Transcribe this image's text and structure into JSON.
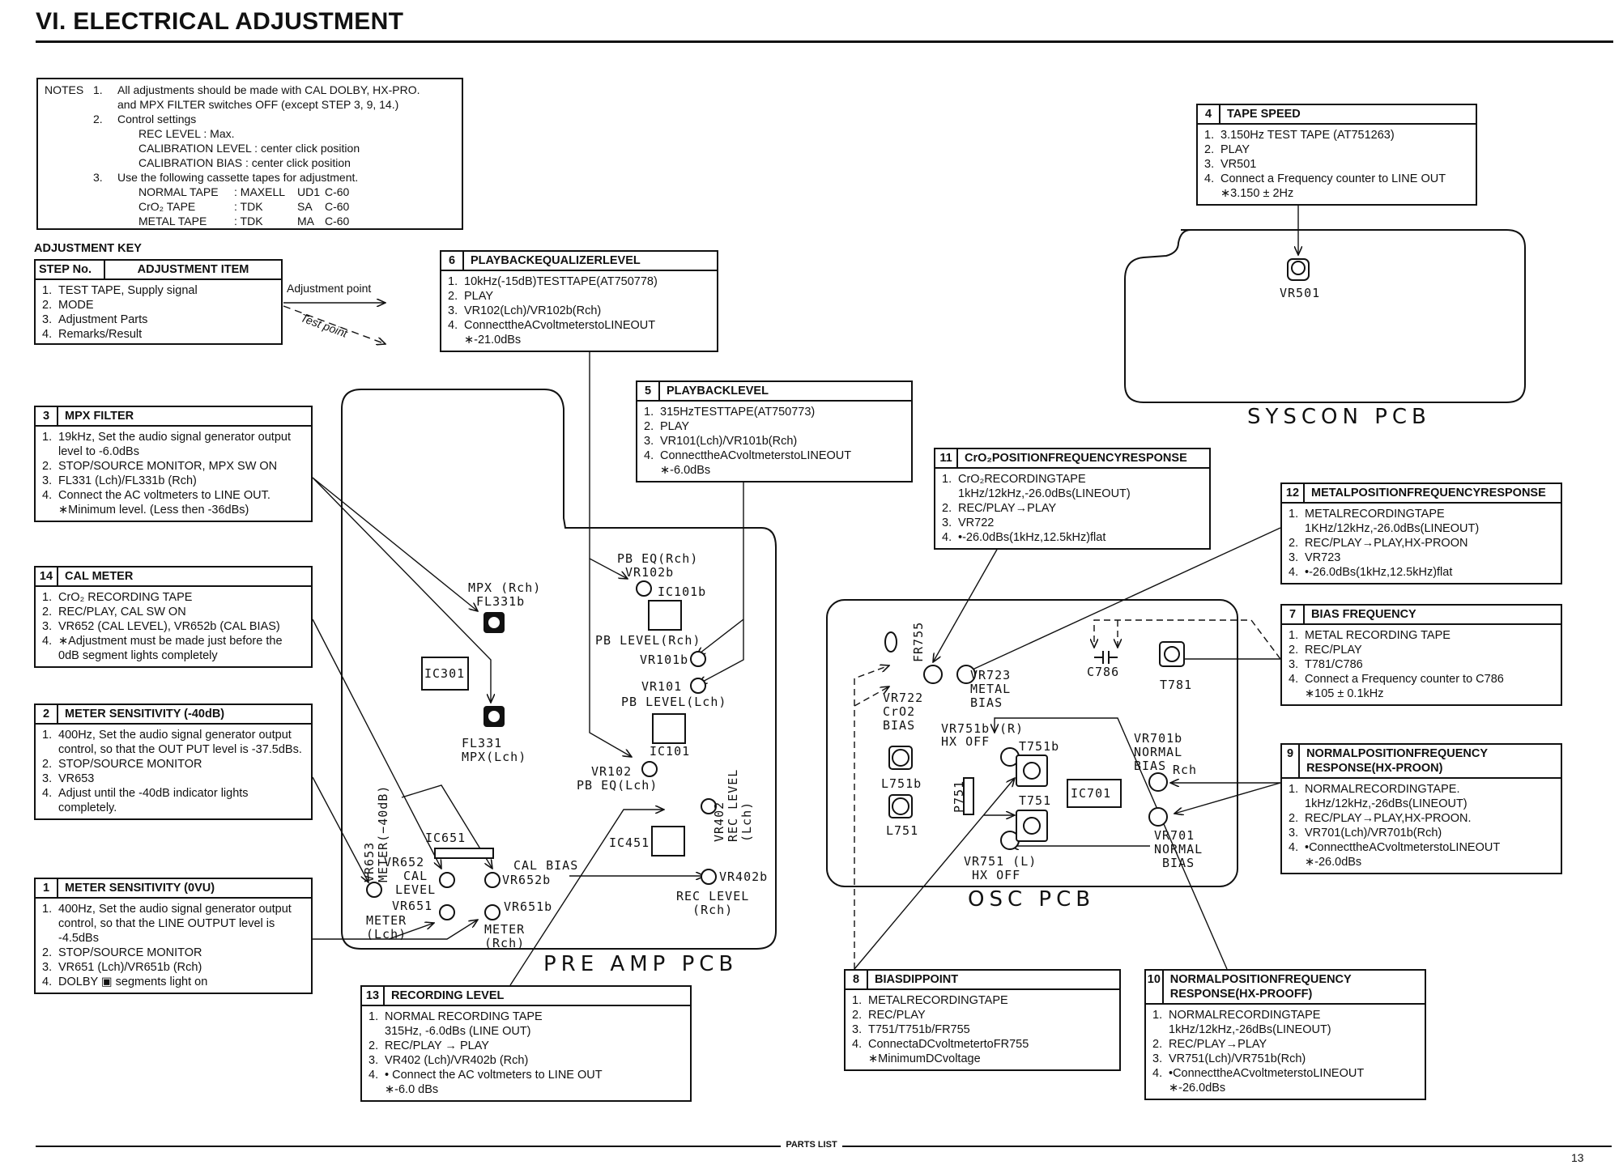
{
  "page": {
    "title": "VI.  ELECTRICAL ADJUSTMENT",
    "footer_label": "PARTS LIST",
    "page_number": "13"
  },
  "notes": {
    "label": "NOTES",
    "items": [
      {
        "num": "1.",
        "lines": [
          "All adjustments should be made with CAL DOLBY, HX-PRO.",
          "and MPX FILTER switches OFF (except STEP 3, 9, 14.)"
        ]
      },
      {
        "num": "2.",
        "lines": [
          "Control settings"
        ],
        "settings": [
          "REC LEVEL : Max.",
          "CALIBRATION LEVEL : center click position",
          "CALIBRATION BIAS :    center click position"
        ]
      },
      {
        "num": "3.",
        "lines": [
          "Use the following cassette tapes for adjustment."
        ],
        "tapes": [
          {
            "type": "NORMAL TAPE",
            "brand": ": MAXELL",
            "model": "UD1",
            "length": "C-60"
          },
          {
            "type": "CrO₂ TAPE",
            "brand": ": TDK",
            "model": "SA",
            "length": "C-60"
          },
          {
            "type": "METAL TAPE",
            "brand": ": TDK",
            "model": "MA",
            "length": "C-60"
          }
        ]
      }
    ]
  },
  "adjustment_key": {
    "label": "ADJUSTMENT KEY",
    "col_step": "STEP No.",
    "col_item": "ADJUSTMENT ITEM",
    "items": [
      "TEST TAPE, Supply signal",
      "MODE",
      "Adjustment Parts",
      "Remarks/Result"
    ],
    "legend_adjustment_point": "Adjustment point",
    "legend_test_point": "Test point"
  },
  "steps": {
    "s1": {
      "no": "1",
      "title": "METER SENSITIVITY (0VU)",
      "items": [
        {
          "n": "1.",
          "t": "400Hz, Set the audio signal generator output control, so that the LINE OUTPUT level is -4.5dBs"
        },
        {
          "n": "2.",
          "t": "STOP/SOURCE MONITOR"
        },
        {
          "n": "3.",
          "t": "VR651 (Lch)/VR651b (Rch)"
        },
        {
          "n": "4.",
          "t": "DOLBY ▣ segments light on"
        }
      ]
    },
    "s2": {
      "no": "2",
      "title": "METER SENSITIVITY (-40dB)",
      "items": [
        {
          "n": "1.",
          "t": "400Hz, Set the audio signal generator output control, so that the OUT PUT level is -37.5dBs."
        },
        {
          "n": "2.",
          "t": "STOP/SOURCE MONITOR"
        },
        {
          "n": "3.",
          "t": "VR653"
        },
        {
          "n": "4.",
          "t": "Adjust until the -40dB indicator lights completely."
        }
      ]
    },
    "s3": {
      "no": "3",
      "title": "MPX FILTER",
      "items": [
        {
          "n": "1.",
          "t": "19kHz, Set the audio signal generator output level to -6.0dBs"
        },
        {
          "n": "2.",
          "t": "STOP/SOURCE MONITOR, MPX SW ON"
        },
        {
          "n": "3.",
          "t": "FL331 (Lch)/FL331b (Rch)"
        },
        {
          "n": "4.",
          "t": "Connect the AC voltmeters to LINE OUT."
        },
        {
          "n": "",
          "t": "∗Minimum level. (Less then -36dBs)"
        }
      ]
    },
    "s4": {
      "no": "4",
      "title": "TAPE SPEED",
      "items": [
        {
          "n": "1.",
          "t": "3.150Hz TEST TAPE (AT751263)"
        },
        {
          "n": "2.",
          "t": "PLAY"
        },
        {
          "n": "3.",
          "t": "VR501"
        },
        {
          "n": "4.",
          "t": "Connect a Frequency counter to LINE OUT"
        },
        {
          "n": "",
          "t": "∗3.150 ± 2Hz"
        }
      ]
    },
    "s5": {
      "no": "5",
      "title": "PLAYBACKLEVEL",
      "items": [
        {
          "n": "1.",
          "t": "315HzTESTTAPE(AT750773)"
        },
        {
          "n": "2.",
          "t": "PLAY"
        },
        {
          "n": "3.",
          "t": "VR101(Lch)/VR101b(Rch)"
        },
        {
          "n": "4.",
          "t": "ConnecttheACvoltmeterstoLINEOUT"
        },
        {
          "n": "",
          "t": "∗-6.0dBs"
        }
      ]
    },
    "s6": {
      "no": "6",
      "title": "PLAYBACKEQUALIZERLEVEL",
      "items": [
        {
          "n": "1.",
          "t": "10kHz(-15dB)TESTTAPE(AT750778)"
        },
        {
          "n": "2.",
          "t": "PLAY"
        },
        {
          "n": "3.",
          "t": "VR102(Lch)/VR102b(Rch)"
        },
        {
          "n": "4.",
          "t": "ConnecttheACvoltmeterstoLINEOUT"
        },
        {
          "n": "",
          "t": "∗-21.0dBs"
        }
      ]
    },
    "s7": {
      "no": "7",
      "title": "BIAS FREQUENCY",
      "items": [
        {
          "n": "1.",
          "t": "METAL RECORDING TAPE"
        },
        {
          "n": "2.",
          "t": "REC/PLAY"
        },
        {
          "n": "3.",
          "t": "T781/C786"
        },
        {
          "n": "4.",
          "t": "Connect a Frequency counter to C786"
        },
        {
          "n": "",
          "t": "∗105 ± 0.1kHz"
        }
      ]
    },
    "s8": {
      "no": "8",
      "title": "BIASDIPPOINT",
      "items": [
        {
          "n": "1.",
          "t": "METALRECORDINGTAPE"
        },
        {
          "n": "2.",
          "t": "REC/PLAY"
        },
        {
          "n": "3.",
          "t": "T751/T751b/FR755"
        },
        {
          "n": "4.",
          "t": "ConnectaDCvoltmetertoFR755"
        },
        {
          "n": "",
          "t": "∗MinimumDCvoltage"
        }
      ]
    },
    "s9": {
      "no": "9",
      "title": "NORMALPOSITIONFREQUENCY RESPONSE(HX-PROON)",
      "items": [
        {
          "n": "1.",
          "t": "NORMALRECORDINGTAPE."
        },
        {
          "n": "",
          "t": "1kHz/12kHz,-26dBs(LINEOUT)"
        },
        {
          "n": "2.",
          "t": "REC/PLAY→PLAY,HX-PROON."
        },
        {
          "n": "3.",
          "t": "VR701(Lch)/VR701b(Rch)"
        },
        {
          "n": "4.",
          "t": "•ConnecttheACvoltmeterstoLINEOUT"
        },
        {
          "n": "",
          "t": "∗-26.0dBs"
        }
      ]
    },
    "s10": {
      "no": "10",
      "title": "NORMALPOSITIONFREQUENCY RESPONSE(HX-PROOFF)",
      "items": [
        {
          "n": "1.",
          "t": "NORMALRECORDINGTAPE"
        },
        {
          "n": "",
          "t": "1kHz/12kHz,-26dBs(LINEOUT)"
        },
        {
          "n": "2.",
          "t": "REC/PLAY→PLAY"
        },
        {
          "n": "3.",
          "t": "VR751(Lch)/VR751b(Rch)"
        },
        {
          "n": "4.",
          "t": "•ConnecttheACvoltmeterstoLINEOUT"
        },
        {
          "n": "",
          "t": "∗-26.0dBs"
        }
      ]
    },
    "s11": {
      "no": "11",
      "title": "CrO₂POSITIONFREQUENCYRESPONSE",
      "items": [
        {
          "n": "1.",
          "t": "CrO₂RECORDINGTAPE"
        },
        {
          "n": "",
          "t": "1kHz/12kHz,-26.0dBs(LINEOUT)"
        },
        {
          "n": "2.",
          "t": "REC/PLAY→PLAY"
        },
        {
          "n": "3.",
          "t": "VR722"
        },
        {
          "n": "4.",
          "t": "•-26.0dBs(1kHz,12.5kHz)flat"
        }
      ]
    },
    "s12": {
      "no": "12",
      "title": "METALPOSITIONFREQUENCYRESPONSE",
      "items": [
        {
          "n": "1.",
          "t": "METALRECORDINGTAPE"
        },
        {
          "n": "",
          "t": "1KHz/12kHz,-26.0dBs(LINEOUT)"
        },
        {
          "n": "2.",
          "t": "REC/PLAY→PLAY,HX-PROON"
        },
        {
          "n": "3.",
          "t": "VR723"
        },
        {
          "n": "4.",
          "t": "•-26.0dBs(1kHz,12.5kHz)flat"
        }
      ]
    },
    "s13": {
      "no": "13",
      "title": "RECORDING LEVEL",
      "items": [
        {
          "n": "1.",
          "t": "NORMAL RECORDING TAPE"
        },
        {
          "n": "",
          "t": "315Hz, -6.0dBs (LINE OUT)"
        },
        {
          "n": "2.",
          "t": "REC/PLAY → PLAY"
        },
        {
          "n": "3.",
          "t": "VR402 (Lch)/VR402b (Rch)"
        },
        {
          "n": "4.",
          "t": "• Connect the AC voltmeters to LINE OUT"
        },
        {
          "n": "",
          "t": "∗-6.0 dBs"
        }
      ]
    },
    "s14": {
      "no": "14",
      "title": "CAL METER",
      "items": [
        {
          "n": "1.",
          "t": "CrO₂ RECORDING TAPE"
        },
        {
          "n": "2.",
          "t": "REC/PLAY, CAL SW ON"
        },
        {
          "n": "3.",
          "t": "VR652 (CAL LEVEL), VR652b (CAL BIAS)"
        },
        {
          "n": "4.",
          "t": "∗Adjustment must be made just before the 0dB segment lights completely"
        }
      ]
    }
  },
  "pcbs": {
    "preamp": {
      "name": "PRE AMP PCB",
      "labels": {
        "mpx_rch": "MPX (Rch)\n FL331b",
        "fl331": "FL331\nMPX(Lch)",
        "ic301": "IC301",
        "pbeq_rch": "PB EQ(Rch)\n VR102b",
        "ic101b": "IC101b",
        "pblevel_rch": "PB LEVEL(Rch)",
        "vr101b": "VR101b",
        "vr101": "VR101",
        "pblevel_lch": "PB LEVEL(Lch)",
        "ic101": "IC101",
        "vr102": "VR102",
        "pbeq_lch": "PB EQ(Lch)",
        "vr402": "VR402\nREC LEVEL\n(Lch)",
        "ic451": "IC451",
        "vr402b": "VR402b",
        "reclevel_rch": "REC LEVEL\n  (Rch)",
        "vr653": "VR653\nMETER(−40dB)",
        "ic651": "IC651",
        "vr652": "VR652",
        "cal_level": " CAL\nLEVEL",
        "cal_bias": "CAL BIAS",
        "vr652b": "VR652b",
        "vr651": "VR651",
        "meter_lch": "METER\n(Lch)",
        "vr651b": "VR651b",
        "meter_rch": "METER\n(Rch)"
      }
    },
    "syscon": {
      "name": "SYSCON PCB",
      "labels": {
        "vr501": "VR501"
      }
    },
    "osc": {
      "name": "OSC PCB",
      "labels": {
        "fr755": "FR755",
        "vr722": "VR722\nCrO2\nBIAS",
        "vr723": "VR723\nMETAL\nBIAS",
        "c786": "C786",
        "t781": "T781",
        "vr751b": "VR751b",
        "vr751b_r": "(R)",
        "hx_off_r": "HX OFF",
        "t751b": "T751b",
        "t751": "T751",
        "l751b": "L751b",
        "l751": "L751",
        "p751": "P751",
        "ic701": "IC701",
        "vr701b": "VR701b\nNORMAL\nBIAS",
        "rch": "Rch",
        "vr701": "VR701\nNORMAL\n BIAS",
        "vr751": "VR751 (L)\n HX OFF"
      }
    }
  }
}
